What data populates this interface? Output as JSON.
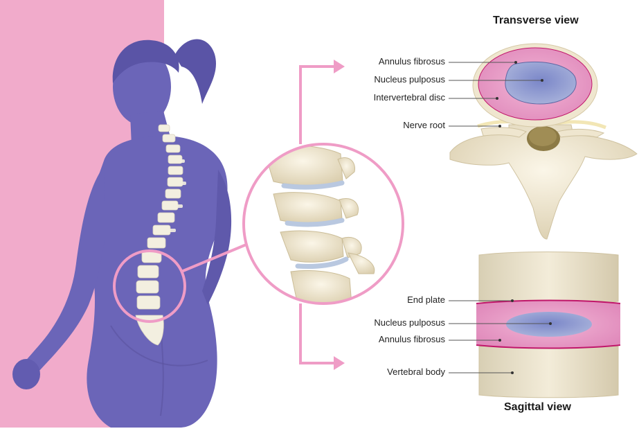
{
  "transverse": {
    "title": "Transverse view",
    "labels": [
      "Annulus fibrosus",
      "Nucleus pulposus",
      "Intervertebral disc",
      "Nerve root"
    ]
  },
  "sagittal": {
    "title": "Sagittal view",
    "labels": [
      "End plate",
      "Nucleus pulposus",
      "Annulus fibrosus",
      "Vertebral body"
    ]
  },
  "colors": {
    "background_panel": "#f1abcb",
    "body": "#6b65b8",
    "hair": "#5a54a6",
    "annulus": "#e79dc8",
    "nucleus": "#8d9cd0",
    "bone": "#efe6cf",
    "disc_line": "#b9c8e0",
    "arrow": "#ef9cc6",
    "end_plate": "#c0166a"
  }
}
